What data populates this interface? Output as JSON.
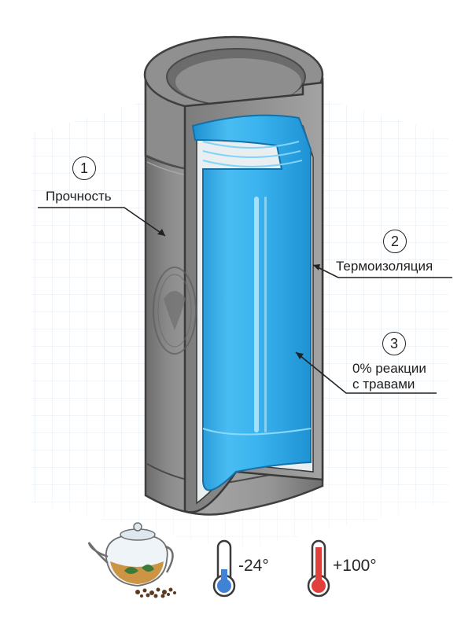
{
  "callouts": [
    {
      "number": "1",
      "label": "Прочность"
    },
    {
      "number": "2",
      "label": "Термоизоляция"
    },
    {
      "number": "3",
      "label_line1": "0% реакции",
      "label_line2": "с травами"
    }
  ],
  "icons": {
    "teapot": "teapot-icon",
    "cold": "thermometer-cold-icon",
    "hot": "thermometer-hot-icon"
  },
  "temperatures": {
    "cold": "-24°",
    "hot": "+100°"
  },
  "colors": {
    "steel": "#8d8d8d",
    "steel_dark": "#5e5e5e",
    "flask_blue": "#29a8e8",
    "cold": "#3f82d6",
    "hot": "#e0403b"
  }
}
